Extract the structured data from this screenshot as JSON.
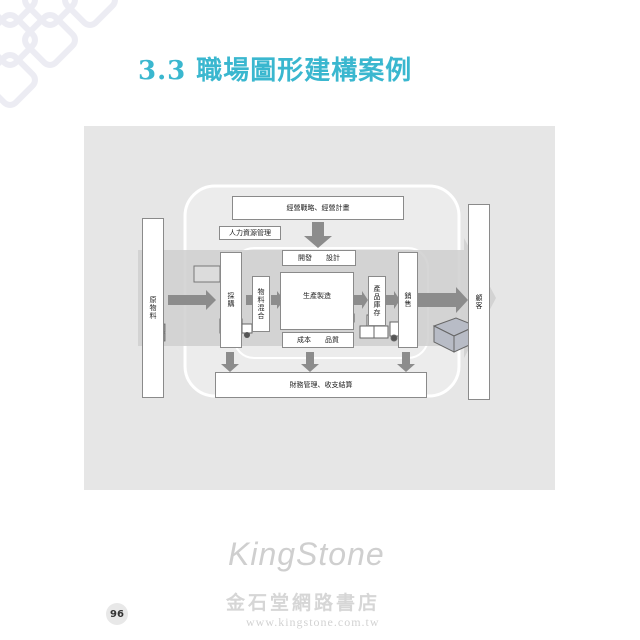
{
  "title": "3.3 職場圖形建構案例",
  "diagram": {
    "strategy": "經營戰略、經營計畫",
    "hr": "人力資源管理",
    "dev_design": "開發　　設計",
    "raw_material": "原物料",
    "procurement": "採購",
    "material_mix": "物料混合",
    "production": "生產製造",
    "inventory": "產品庫存",
    "sales": "銷售",
    "customer": "顧客",
    "cost_quality": "成本　　品質",
    "finance": "財務管理、收支結算"
  },
  "page_number": "96",
  "watermark": {
    "logo": "KingStone",
    "cn": "金石堂網路書店",
    "url": "www.kingstone.com.tw"
  },
  "colors": {
    "title": "#3ab7cf",
    "panel": "#e6e6e6",
    "arrow": "#8c8c8c"
  }
}
